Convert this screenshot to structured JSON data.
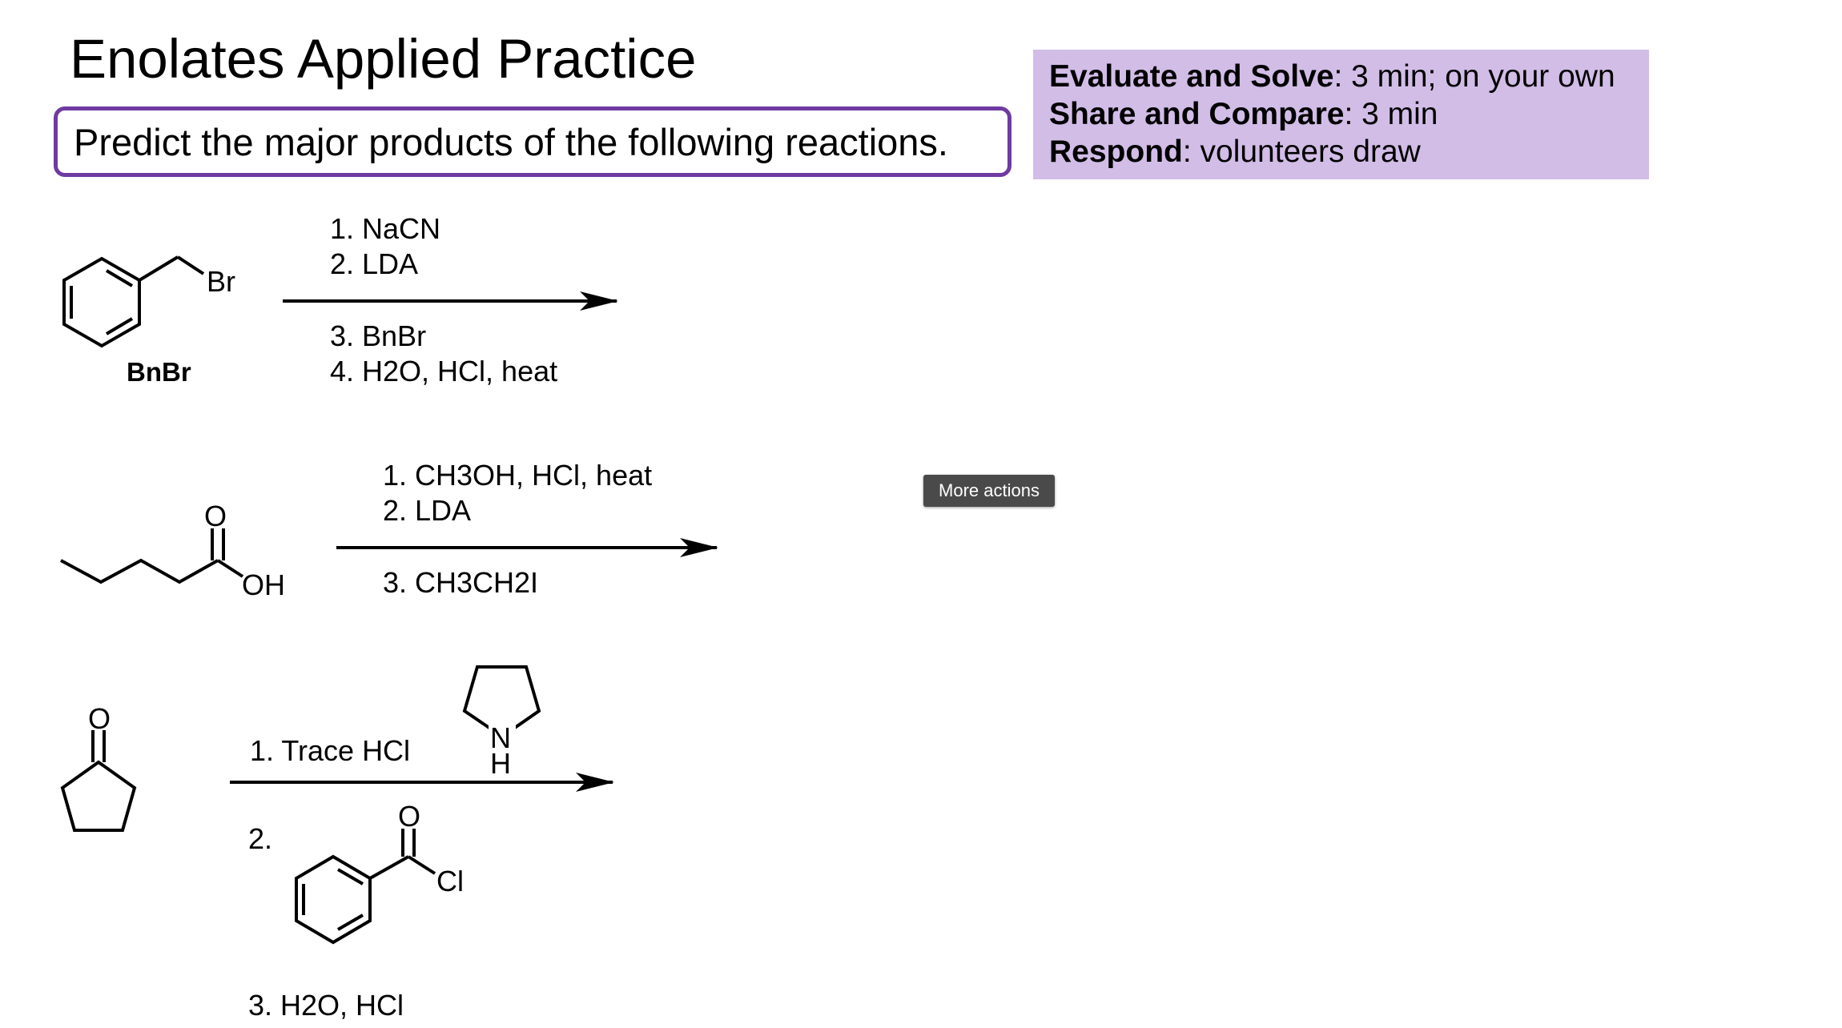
{
  "slide": {
    "title": "Enolates Applied Practice",
    "prompt": "Predict the major products of the following reactions."
  },
  "info_box": {
    "color": "#d2bde7",
    "lines": [
      {
        "bold": "Evaluate and Solve",
        "rest": ": 3 min; on your own"
      },
      {
        "bold": "Share and Compare",
        "rest": ": 3 min"
      },
      {
        "bold": "Respond",
        "rest": ": volunteers draw"
      }
    ]
  },
  "reaction1": {
    "substrate_label": "BnBr",
    "atom_br": "Br",
    "reagents_above": [
      "1. NaCN",
      "2. LDA"
    ],
    "reagents_below": [
      "3. BnBr",
      "4. H2O, HCl, heat"
    ]
  },
  "reaction2": {
    "atom_o": "O",
    "atom_oh": "OH",
    "reagents_above": [
      "1. CH3OH, HCl, heat",
      "2. LDA"
    ],
    "reagents_below": [
      "3. CH3CH2I"
    ]
  },
  "reaction3": {
    "atom_o": "O",
    "reagent1": "1. Trace HCl",
    "amine_n": "N",
    "amine_h": "H",
    "step2_label": "2.",
    "acyl_o": "O",
    "acyl_cl": "Cl",
    "reagent3": "3. H2O, HCl"
  },
  "tooltip": {
    "text": "More actions"
  },
  "colors": {
    "accent_border": "#6f3aa1",
    "tooltip_bg": "#4a4a4a"
  }
}
